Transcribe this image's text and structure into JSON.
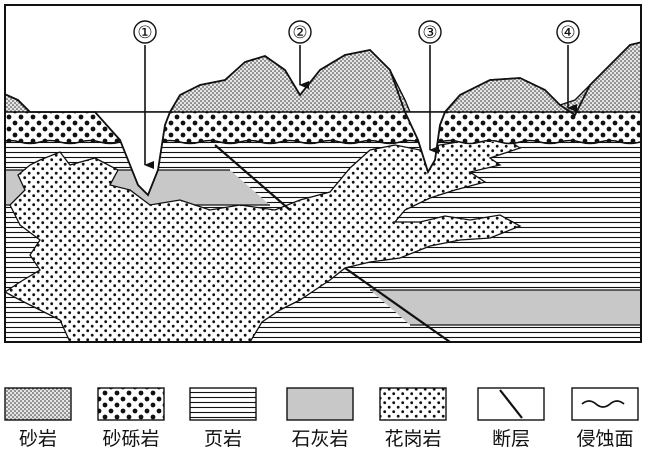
{
  "markers": [
    {
      "id": "m1",
      "label": "①"
    },
    {
      "id": "m2",
      "label": "②"
    },
    {
      "id": "m3",
      "label": "③"
    },
    {
      "id": "m4",
      "label": "④"
    }
  ],
  "legend": [
    {
      "key": "sandstone",
      "label": "砂岩"
    },
    {
      "key": "conglomerate",
      "label": "砂砾岩"
    },
    {
      "key": "shale",
      "label": "页岩"
    },
    {
      "key": "limestone",
      "label": "石灰岩"
    },
    {
      "key": "granite",
      "label": "花岗岩"
    },
    {
      "key": "fault",
      "label": "断层"
    },
    {
      "key": "erosion",
      "label": "侵蚀面"
    }
  ],
  "colors": {
    "ink": "#111111",
    "limestone": "#c8c8c8",
    "background": "#ffffff"
  }
}
